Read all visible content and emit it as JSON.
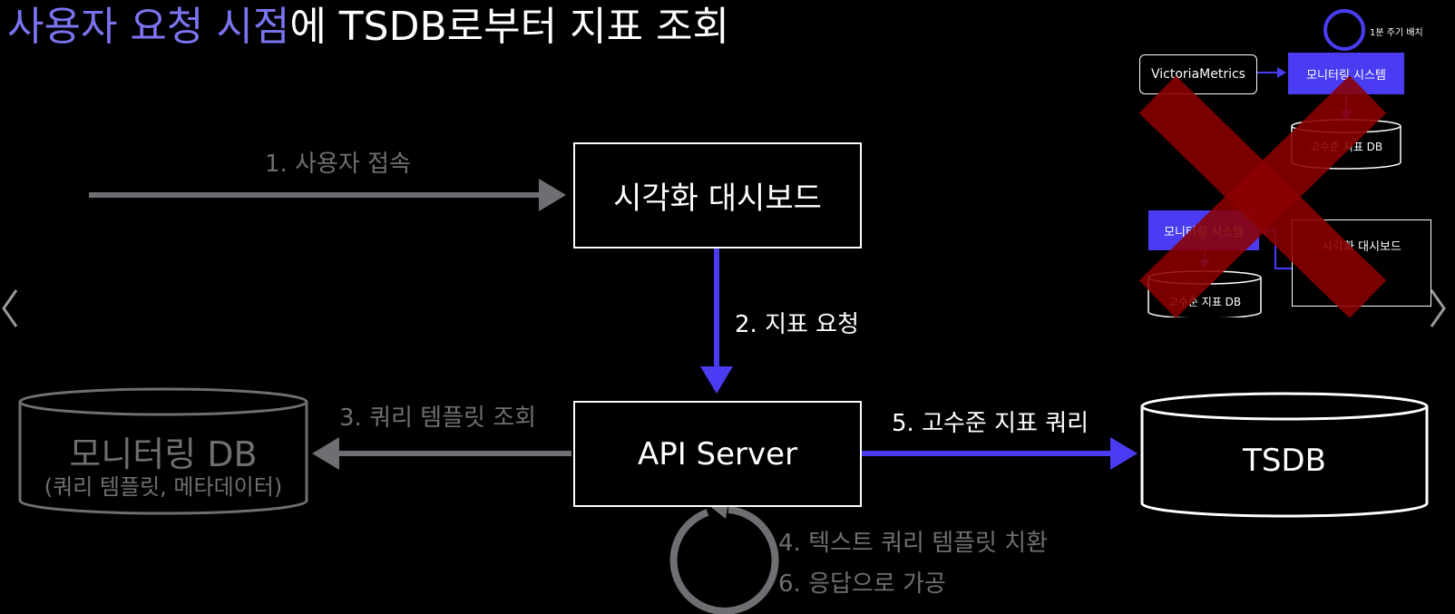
{
  "title": {
    "highlight": "사용자 요청 시점",
    "rest": "에 TSDB로부터 지표 조회"
  },
  "nodes": {
    "dashboard": "시각화 대시보드",
    "api_server": "API Server",
    "tsdb": "TSDB",
    "monitoring_db": "모니터링 DB",
    "monitoring_db_sub": "(쿼리 템플릿, 메타데이터)"
  },
  "edges": {
    "e1": "1. 사용자 접속",
    "e2": "2. 지표 요청",
    "e3": "3. 쿼리 템플릿 조회",
    "e4": "4. 텍스트 쿼리 템플릿 치환",
    "e5": "5. 고수준 지표 쿼리",
    "e6": "6. 응답으로 가공"
  },
  "inset": {
    "batch": "1분 주기 배치",
    "victoria": "VictoriaMetrics",
    "monitoring_system_1": "모니터링 시스템",
    "high_level_db_1": "고수준 지표 DB",
    "monitoring_system_2": "모니터링 시스템",
    "dashboard": "시각화 대시보드",
    "high_level_db_2": "고수준 지표 DB"
  },
  "colors": {
    "accent": "#4a3cf2",
    "gray": "#6f6f73",
    "cross": "#8b0000"
  }
}
